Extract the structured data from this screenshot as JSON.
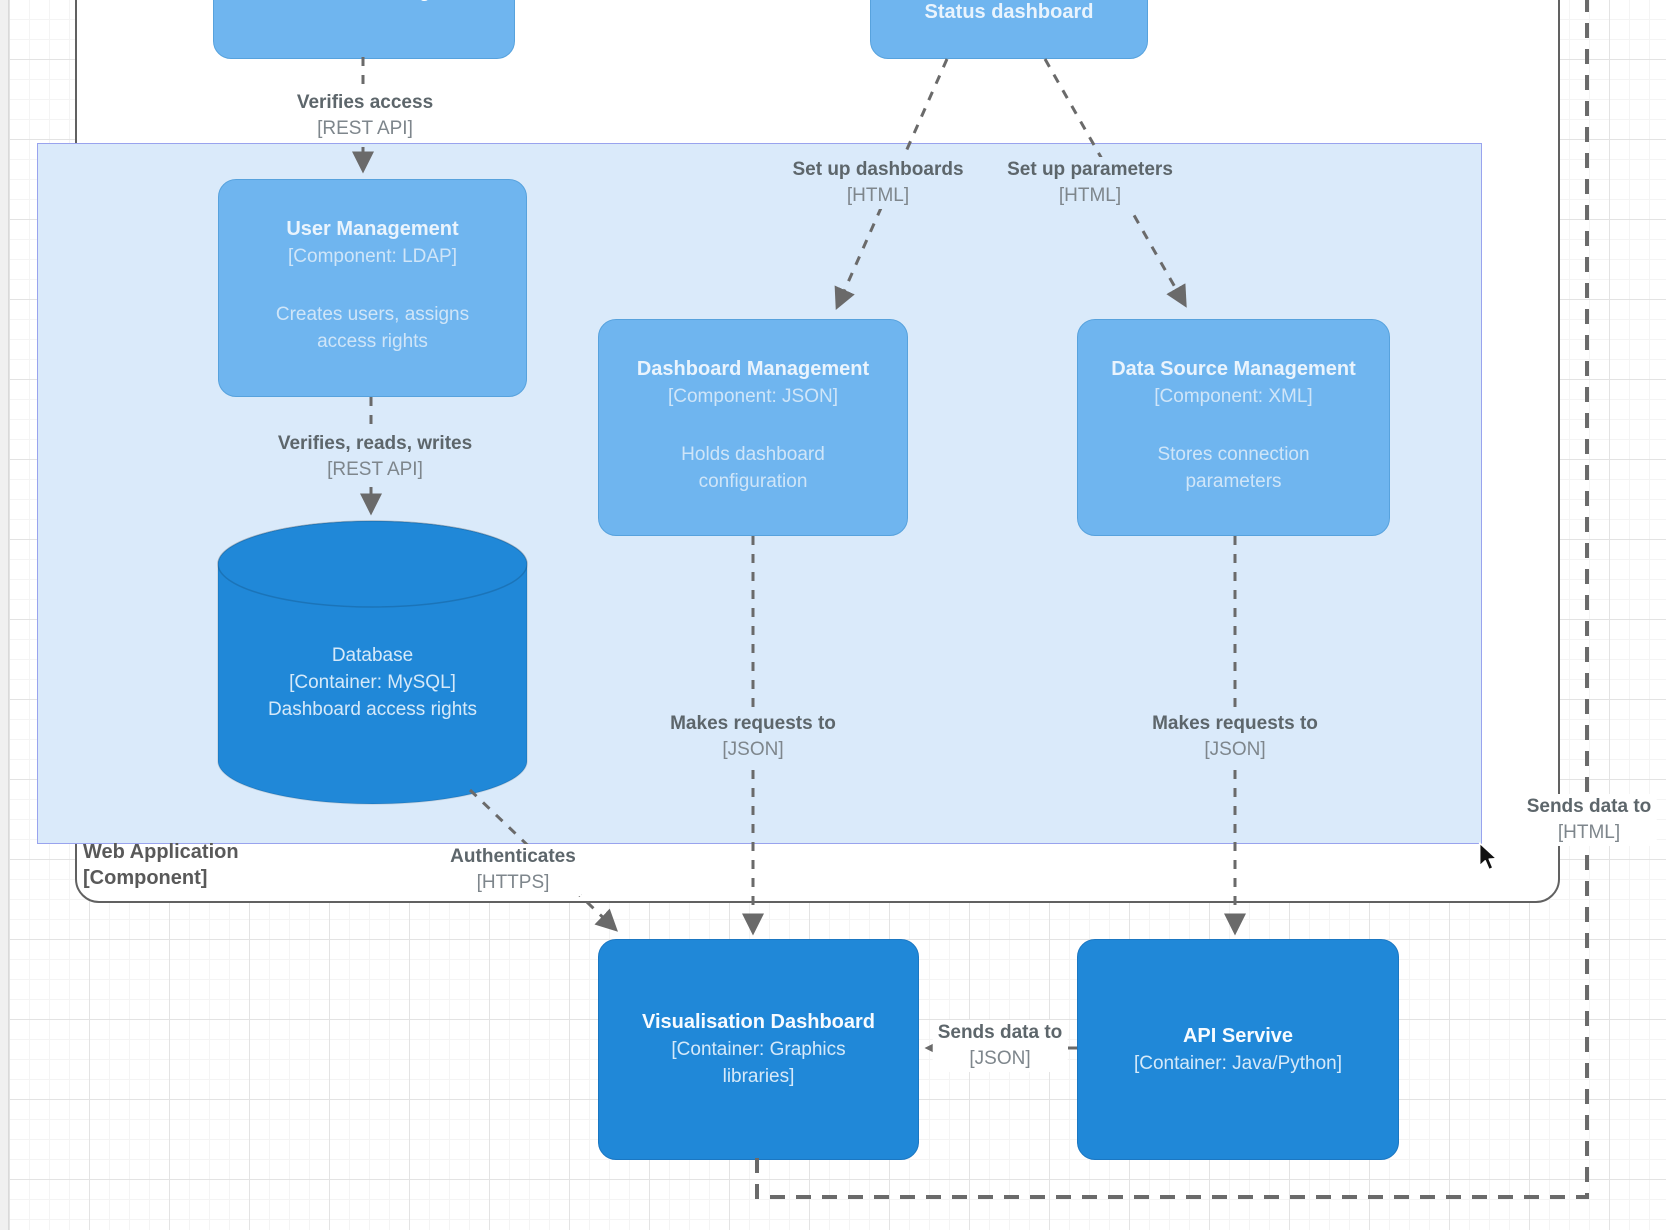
{
  "diagram": {
    "containers": {
      "web_application": {
        "name": "Web Application",
        "type": "[Component]"
      }
    },
    "nodes": {
      "top_left_cut": {
        "text_fragment": "g"
      },
      "status_dashboard": {
        "title": "Status dashboard"
      },
      "user_management": {
        "title": "User Management",
        "subtitle": "[Component: LDAP]",
        "description": "Creates users, assigns access rights"
      },
      "dashboard_management": {
        "title": "Dashboard Management",
        "subtitle": "[Component: JSON]",
        "description": "Holds dashboard configuration"
      },
      "data_source_management": {
        "title": "Data Source Management",
        "subtitle": "[Component: XML]",
        "description": "Stores connection parameters"
      },
      "database": {
        "title": "Database",
        "subtitle": "[Container: MySQL]",
        "description": "Dashboard access rights"
      },
      "visualisation_dashboard": {
        "title": "Visualisation Dashboard",
        "subtitle": "[Container: Graphics libraries]"
      },
      "api_service": {
        "title": "API Servive",
        "subtitle": "[Container: Java/Python]"
      }
    },
    "edges": {
      "verifies_access": {
        "label": "Verifies access",
        "protocol": "[REST API]"
      },
      "set_up_dashboards": {
        "label": "Set up dashboards",
        "protocol": "[HTML]"
      },
      "set_up_parameters": {
        "label": "Set up parameters",
        "protocol": "[HTML]"
      },
      "verifies_reads_writes": {
        "label": "Verifies, reads, writes",
        "protocol": "[REST API]"
      },
      "makes_requests_left": {
        "label": "Makes requests to",
        "protocol": "[JSON]"
      },
      "makes_requests_right": {
        "label": "Makes requests to",
        "protocol": "[JSON]"
      },
      "authenticates": {
        "label": "Authenticates",
        "protocol": "[HTTPS]"
      },
      "sends_data_json": {
        "label": "Sends data to",
        "protocol": "[JSON]"
      },
      "sends_data_html": {
        "label": "Sends data to",
        "protocol": "[HTML]"
      }
    },
    "colors": {
      "node_light": "#6fb5ef",
      "node_dark": "#2088d8",
      "boundary_fill": "#daeafa",
      "boundary_border": "#99a3ee",
      "container_border": "#616161",
      "edge": "#6a6a6a"
    }
  }
}
